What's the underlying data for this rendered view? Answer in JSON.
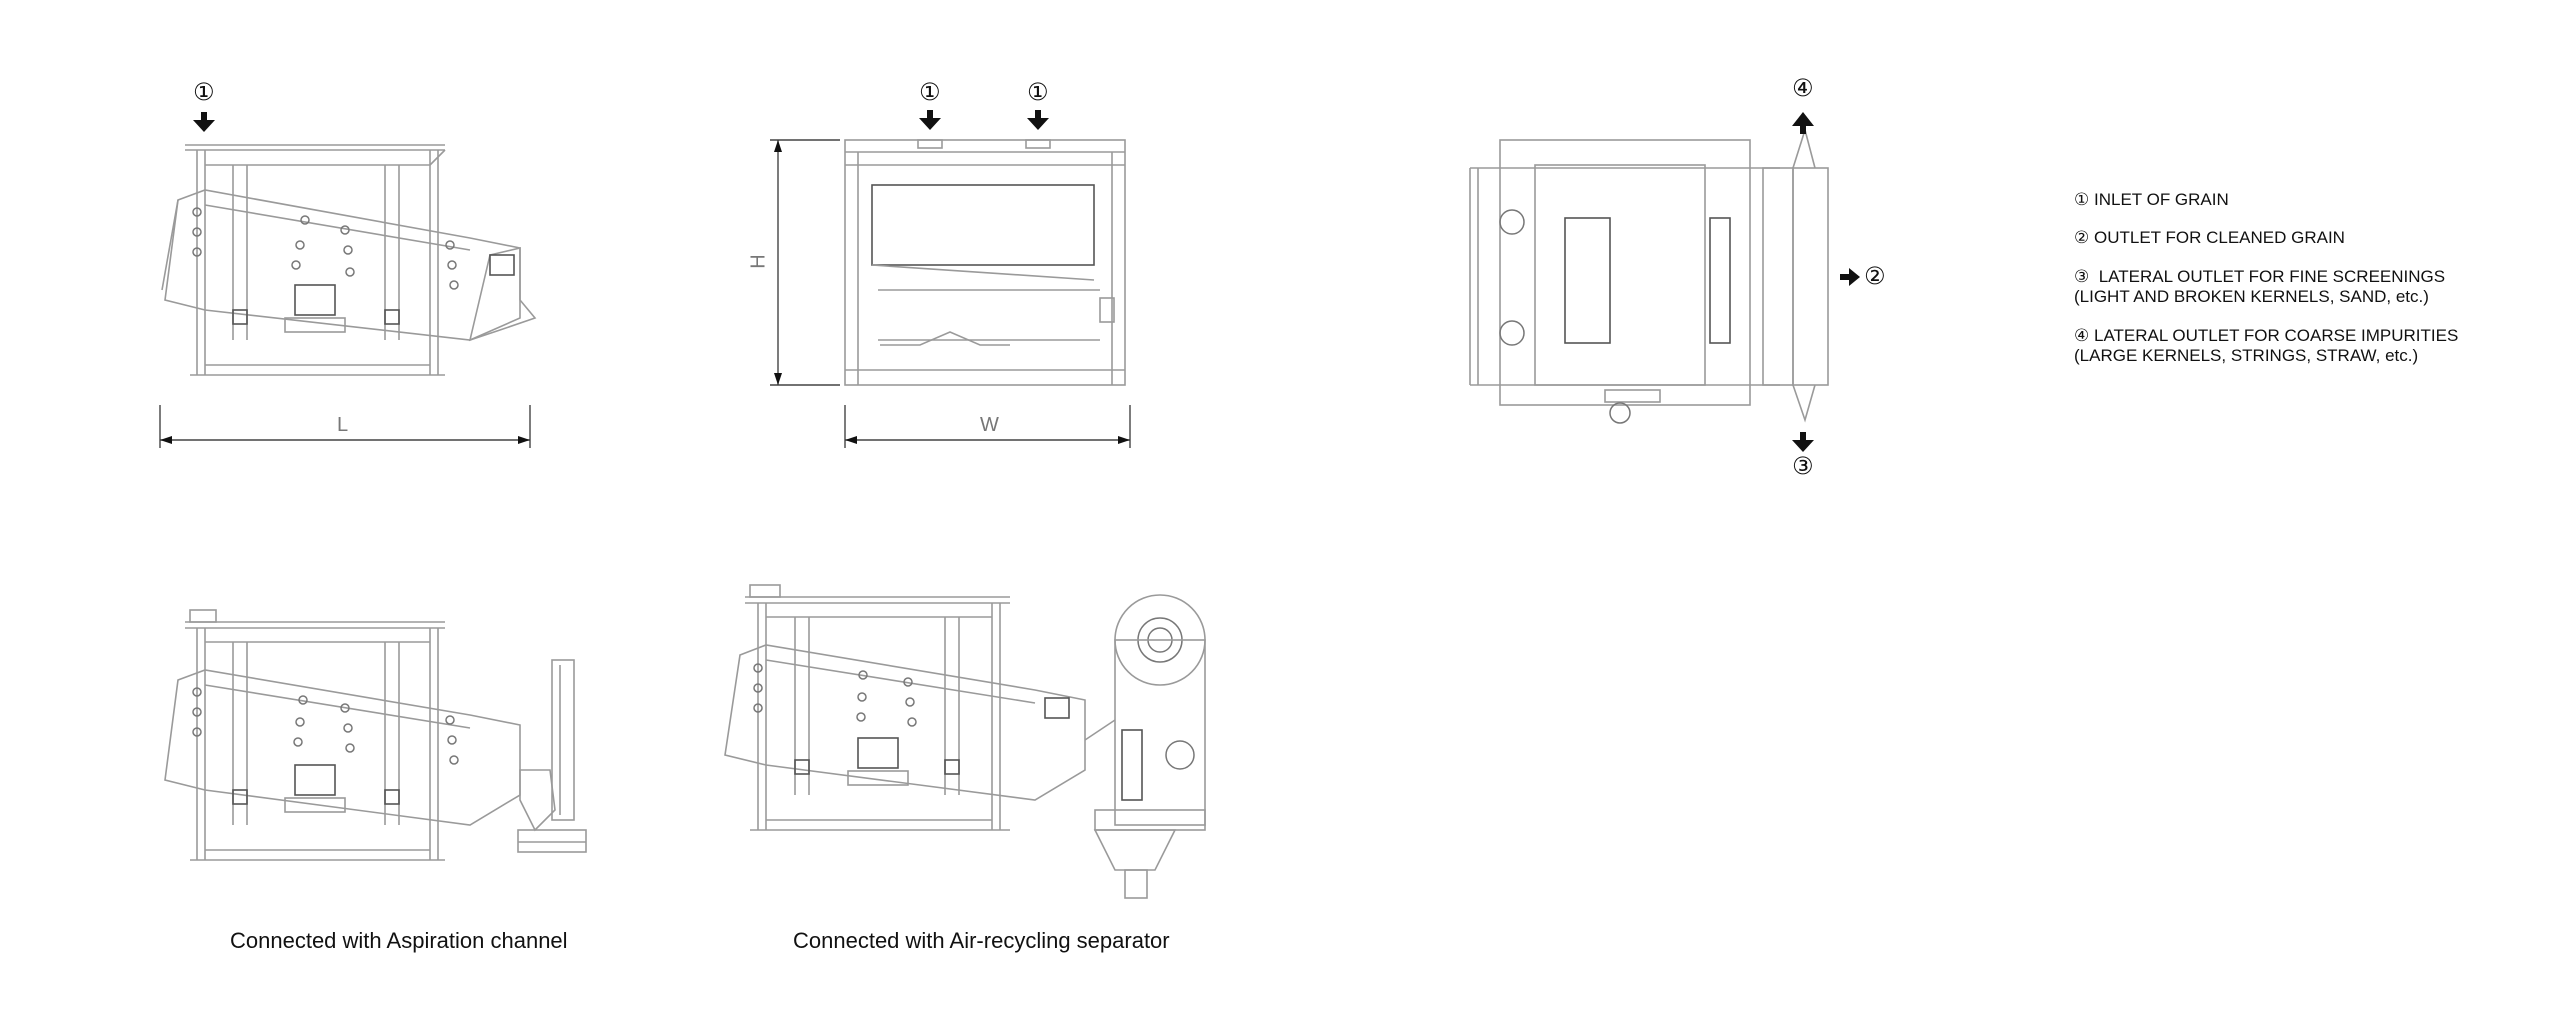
{
  "legend": {
    "items": [
      {
        "number": "①",
        "line1": "INLET OF GRAIN",
        "line2": ""
      },
      {
        "number": "②",
        "line1": "OUTLET FOR CLEANED GRAIN",
        "line2": ""
      },
      {
        "number": "③",
        "line1": " LATERAL OUTLET FOR FINE SCREENINGS",
        "line2": "(LIGHT AND BROKEN KERNELS, SAND, etc.)"
      },
      {
        "number": "④",
        "line1": "LATERAL OUTLET FOR COARSE IMPURITIES",
        "line2": "(LARGE KERNELS, STRINGS, STRAW, etc.)"
      }
    ]
  },
  "captions": {
    "aspiration": "Connected with Aspiration channel",
    "air_recycling": "Connected with Air-recycling separator"
  },
  "dimensions": {
    "length": "L",
    "width": "W",
    "height": "H"
  },
  "markers": {
    "side_inlet": "①",
    "front_inlet_left": "①",
    "front_inlet_right": "①",
    "top_outlet_4": "④",
    "top_outlet_2": "②",
    "top_outlet_3": "③"
  }
}
